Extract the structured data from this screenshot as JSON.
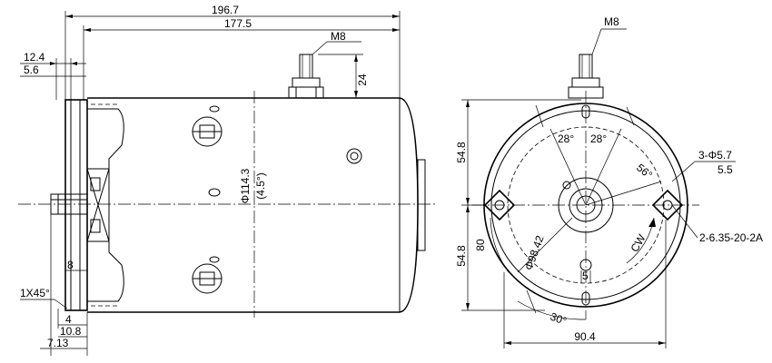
{
  "dimensions": {
    "overall_length": "196.7",
    "body_length": "177.5",
    "stud_thread_side": "M8",
    "stud_height": "24",
    "flange_width": "12.4",
    "flange_offset": "5.6",
    "diameter": "Φ114.3",
    "taper": "(4.5°)",
    "shaft_step": "8",
    "chamfer": "1X45°",
    "shaft_4": "4",
    "shaft_10_8": "10.8",
    "shaft_7_13": "7.13",
    "stud_thread_end": "M8",
    "angle_28_left": "28°",
    "angle_28_right": "28°",
    "angle_56": "56°",
    "holes": "3-Φ5.7",
    "hole_depth": "5.5",
    "tapped_holes": "2-6.35-20-2A",
    "half_height_top": "54.8",
    "half_height_bottom": "54.8",
    "pcd": "Φ98.42",
    "pcd_value": "80",
    "rotation": "CW",
    "key_width": "5",
    "angle_30": "30°",
    "bottom_width": "90.4"
  }
}
